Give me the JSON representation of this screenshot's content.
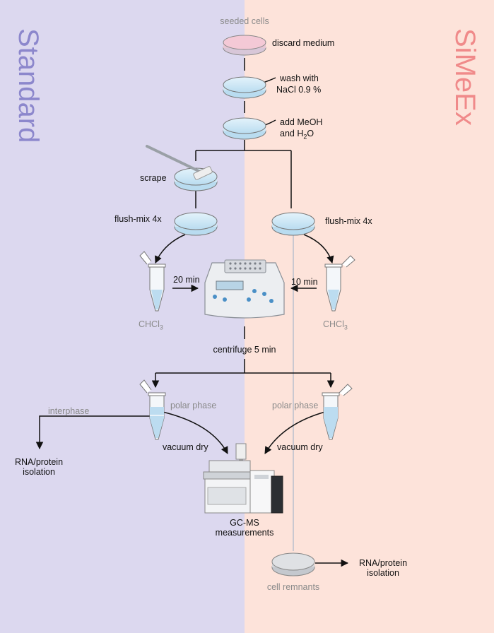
{
  "sides": {
    "left": {
      "label": "Standard",
      "color": "#8c87cc",
      "bg": "#dcd8ef"
    },
    "right": {
      "label": "SiMeEx",
      "color": "#f08a8a",
      "bg": "#fde3da"
    }
  },
  "steps": {
    "seeded_cells": "seeded cells",
    "discard_medium": "discard medium",
    "wash_line1": "wash with",
    "wash_line2": "NaCl 0.9 %",
    "add_line1": "add MeOH",
    "add_line2_a": "and H",
    "add_line2_sub": "2",
    "add_line2_b": "O",
    "scrape": "scrape",
    "flush_left": "flush-mix 4x",
    "flush_right": "flush-mix 4x",
    "time_left": "20 min",
    "time_right": "10 min",
    "chcl_left_a": "CHCl",
    "chcl_left_sub": "3",
    "chcl_right_a": "CHCl",
    "chcl_right_sub": "3",
    "centrifuge": "centrifuge 5 min",
    "interphase": "interphase",
    "polar_left": "polar phase",
    "polar_right": "polar phase",
    "rna_left_line1": "RNA/protein",
    "rna_left_line2": "isolation",
    "vacuum_left": "vacuum dry",
    "vacuum_right": "vacuum dry",
    "gcms_line1": "GC-MS",
    "gcms_line2": "measurements",
    "cell_remnants": "cell remnants",
    "rna_right_line1": "RNA/protein",
    "rna_right_line2": "isolation"
  },
  "icons": [
    "petri-dish-icon",
    "scraper-icon",
    "tube-icon",
    "thermomixer-icon",
    "gc-ms-instrument-icon"
  ]
}
